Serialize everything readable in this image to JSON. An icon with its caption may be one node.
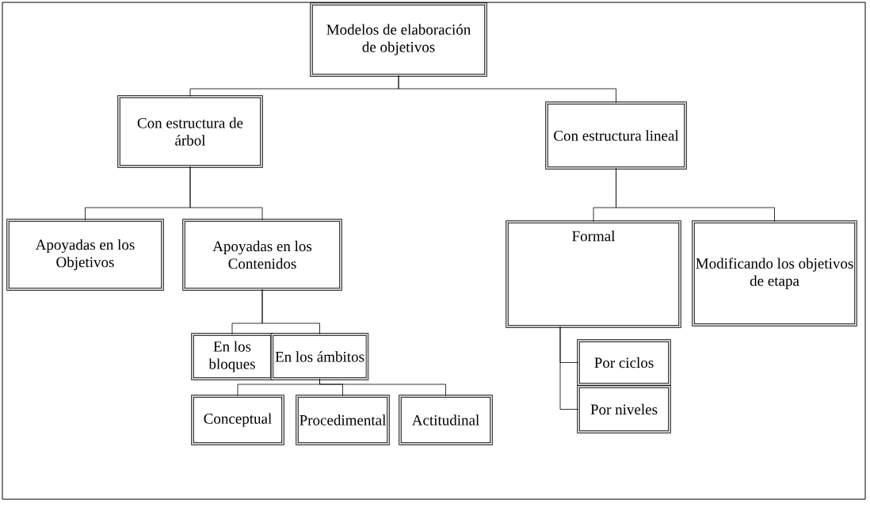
{
  "diagram": {
    "nodes": [
      {
        "text": [
          "Modelos de elaboración de objetivos"
        ]
      },
      {
        "text": [
          "Con estructura de árbol"
        ]
      },
      {
        "text": [
          "Con estructura lineal"
        ]
      },
      {
        "text": [
          "Apoyadas en los Objetivos"
        ]
      },
      {
        "text": [
          "Apoyadas en los Contenidos"
        ]
      },
      {
        "text": [
          "Formal"
        ]
      },
      {
        "text": [
          "Modificando los objetivos de etapa"
        ]
      },
      {
        "text": [
          "En los bloques"
        ]
      },
      {
        "text": [
          "En los ámbitos"
        ]
      },
      {
        "text": [
          "Conceptual"
        ]
      },
      {
        "text": [
          "Procedimental"
        ]
      },
      {
        "text": [
          "Actitudinal"
        ]
      },
      {
        "text": [
          "Por ciclos"
        ]
      },
      {
        "text": [
          "Por niveles"
        ]
      }
    ],
    "edges": [
      {
        "from": 0,
        "to": 1,
        "arrow": "none"
      },
      {
        "from": 0,
        "to": 2,
        "arrow": "none"
      },
      {
        "from": 1,
        "to": 3,
        "arrow": "none"
      },
      {
        "from": 1,
        "to": 4,
        "arrow": "none"
      },
      {
        "from": 2,
        "to": 5,
        "arrow": "none"
      },
      {
        "from": 2,
        "to": 6,
        "arrow": "none"
      },
      {
        "from": 4,
        "to": 7,
        "arrow": "none"
      },
      {
        "from": 4,
        "to": 8,
        "arrow": "none"
      },
      {
        "from": 8,
        "to": 9,
        "arrow": "none"
      },
      {
        "from": 8,
        "to": 10,
        "arrow": "none"
      },
      {
        "from": 8,
        "to": 11,
        "arrow": "none"
      },
      {
        "from": 5,
        "to": 12,
        "arrow": "none"
      },
      {
        "from": 5,
        "to": 13,
        "arrow": "none"
      }
    ]
  }
}
